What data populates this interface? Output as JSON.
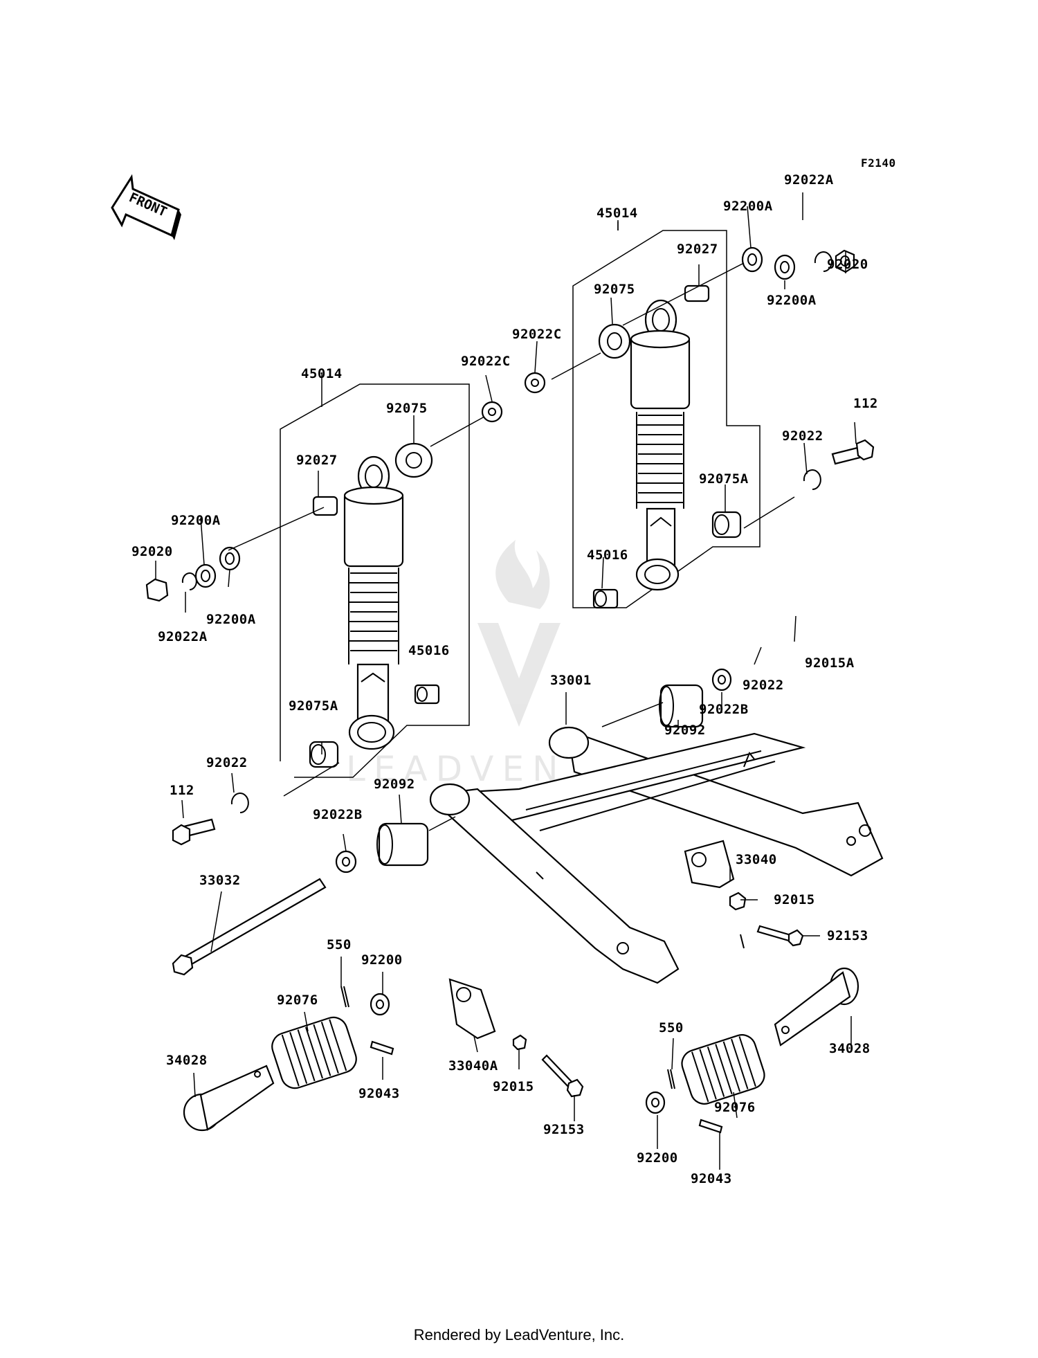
{
  "figure_code": "F2140",
  "front_label": "FRONT",
  "watermark": "LEADVENTURE",
  "footer": "Rendered by LeadVenture, Inc.",
  "labels": [
    {
      "id": "l01",
      "text": "F2140"
    },
    {
      "id": "l02",
      "text": "92022A"
    },
    {
      "id": "l03",
      "text": "45014"
    },
    {
      "id": "l04",
      "text": "92200A"
    },
    {
      "id": "l05",
      "text": "92027"
    },
    {
      "id": "l06",
      "text": "92020"
    },
    {
      "id": "l07",
      "text": "92075"
    },
    {
      "id": "l08",
      "text": "92200A"
    },
    {
      "id": "l09",
      "text": "92022C"
    },
    {
      "id": "l10",
      "text": "92022C"
    },
    {
      "id": "l11",
      "text": "45014"
    },
    {
      "id": "l12",
      "text": "92075"
    },
    {
      "id": "l13",
      "text": "112"
    },
    {
      "id": "l14",
      "text": "92022"
    },
    {
      "id": "l15",
      "text": "92027"
    },
    {
      "id": "l16",
      "text": "92075A"
    },
    {
      "id": "l17",
      "text": "92200A"
    },
    {
      "id": "l18",
      "text": "92020"
    },
    {
      "id": "l19",
      "text": "45016"
    },
    {
      "id": "l20",
      "text": "92200A"
    },
    {
      "id": "l21",
      "text": "92022A"
    },
    {
      "id": "l22",
      "text": "92015A"
    },
    {
      "id": "l23",
      "text": "45016"
    },
    {
      "id": "l24",
      "text": "33001"
    },
    {
      "id": "l25",
      "text": "92022"
    },
    {
      "id": "l26",
      "text": "92022B"
    },
    {
      "id": "l27",
      "text": "92075A"
    },
    {
      "id": "l28",
      "text": "92092"
    },
    {
      "id": "l29",
      "text": "92022"
    },
    {
      "id": "l30",
      "text": "92092"
    },
    {
      "id": "l31",
      "text": "112"
    },
    {
      "id": "l32",
      "text": "92022B"
    },
    {
      "id": "l33",
      "text": "33040"
    },
    {
      "id": "l34",
      "text": "33032"
    },
    {
      "id": "l35",
      "text": "92015"
    },
    {
      "id": "l36",
      "text": "92153"
    },
    {
      "id": "l37",
      "text": "550"
    },
    {
      "id": "l38",
      "text": "92200"
    },
    {
      "id": "l39",
      "text": "92076"
    },
    {
      "id": "l40",
      "text": "550"
    },
    {
      "id": "l41",
      "text": "34028"
    },
    {
      "id": "l42",
      "text": "34028"
    },
    {
      "id": "l43",
      "text": "33040A"
    },
    {
      "id": "l44",
      "text": "92015"
    },
    {
      "id": "l45",
      "text": "92043"
    },
    {
      "id": "l46",
      "text": "92153"
    },
    {
      "id": "l47",
      "text": "92076"
    },
    {
      "id": "l48",
      "text": "92200"
    },
    {
      "id": "l49",
      "text": "92043"
    }
  ]
}
